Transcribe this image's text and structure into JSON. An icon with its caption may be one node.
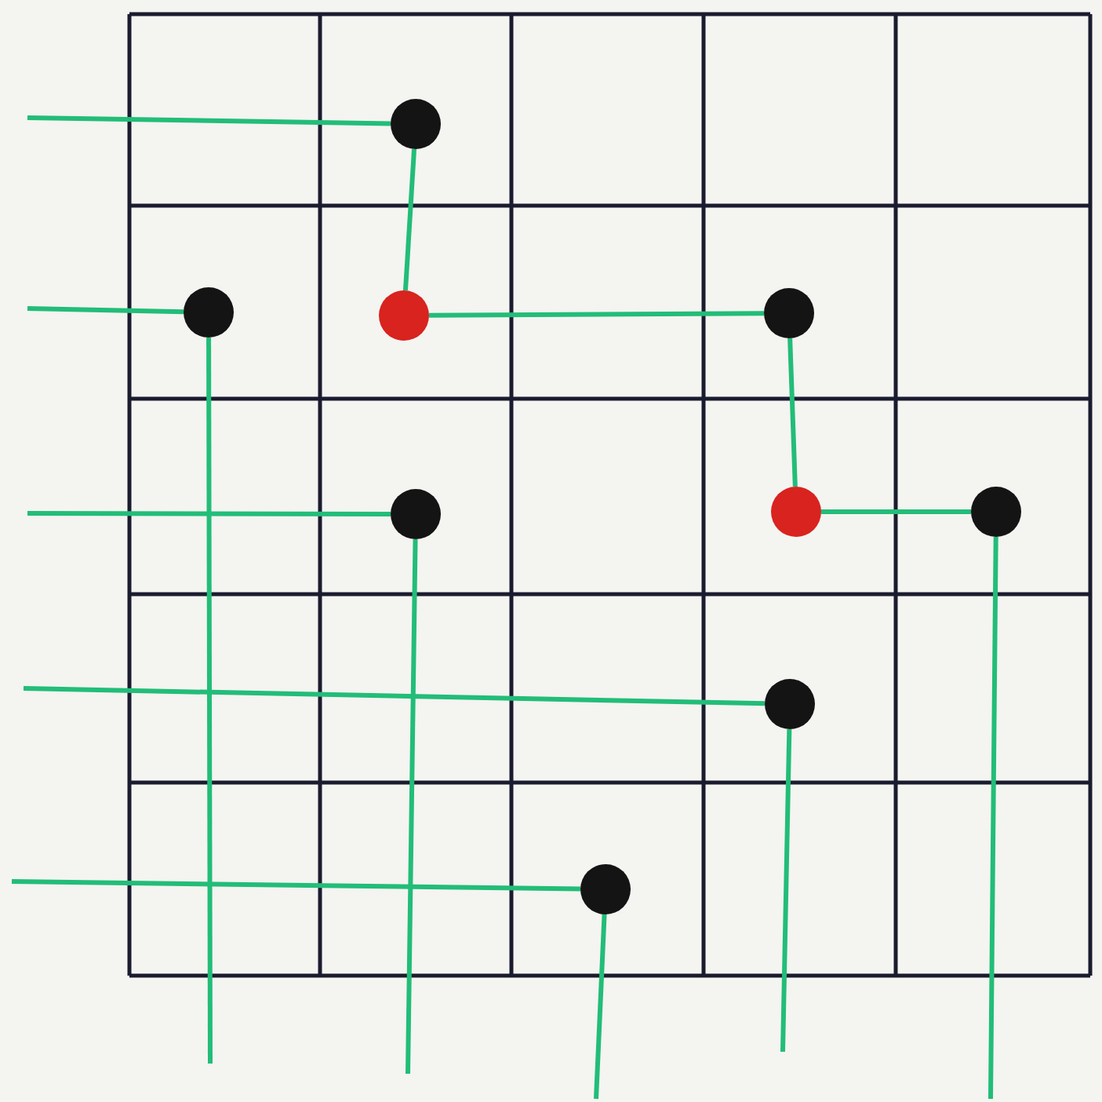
{
  "diagram": {
    "nodes": [
      {
        "text": [],
        "shape": "circle"
      },
      {
        "text": [],
        "shape": "circle"
      },
      {
        "text": [],
        "shape": "circle"
      },
      {
        "text": [],
        "shape": "circle"
      },
      {
        "text": [],
        "shape": "circle"
      },
      {
        "text": [],
        "shape": "circle"
      },
      {
        "text": [],
        "shape": "circle"
      },
      {
        "text": [],
        "shape": "circle"
      },
      {
        "text": [],
        "shape": "circle"
      }
    ],
    "edges": [
      {
        "from": null,
        "to": 0,
        "arrow": "none"
      },
      {
        "from": 0,
        "to": 2,
        "arrow": "none"
      },
      {
        "from": null,
        "to": 1,
        "arrow": "none"
      },
      {
        "from": 2,
        "to": 3,
        "arrow": "none"
      },
      {
        "from": 3,
        "to": 5,
        "arrow": "none"
      },
      {
        "from": 5,
        "to": 6,
        "arrow": "none"
      },
      {
        "from": 1,
        "to": null,
        "arrow": "none"
      },
      {
        "from": null,
        "to": 4,
        "arrow": "none"
      },
      {
        "from": 4,
        "to": null,
        "arrow": "none"
      },
      {
        "from": 6,
        "to": null,
        "arrow": "none"
      },
      {
        "from": null,
        "to": 7,
        "arrow": "none"
      },
      {
        "from": 7,
        "to": null,
        "arrow": "none"
      },
      {
        "from": null,
        "to": 8,
        "arrow": "none"
      },
      {
        "from": 8,
        "to": null,
        "arrow": "none"
      }
    ]
  }
}
